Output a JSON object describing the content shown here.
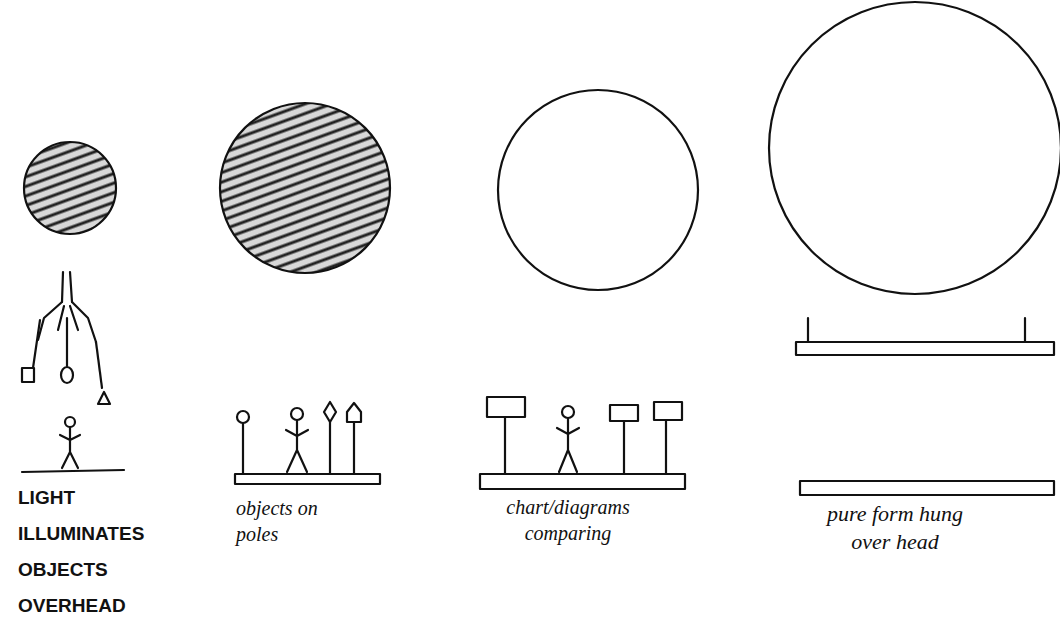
{
  "diagram": {
    "labels": [
      "LIGHT ILLUMINATES OBJECTS OVERHEAD",
      "objects on poles",
      "chart/diagrams comparing",
      "pure form hung over head"
    ]
  }
}
